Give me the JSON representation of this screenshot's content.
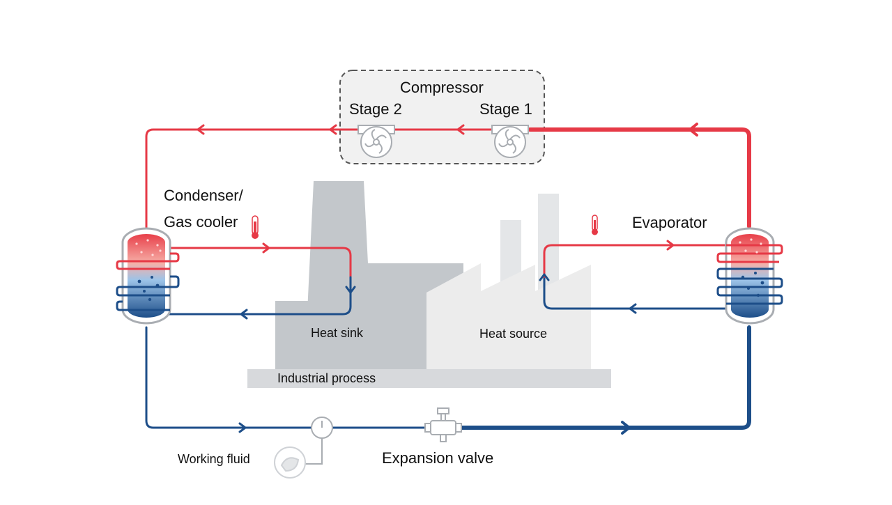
{
  "labels": {
    "compressor": "Compressor",
    "stage2": "Stage 2",
    "stage1": "Stage 1",
    "condenser_line1": "Condenser/",
    "condenser_line2": "Gas cooler",
    "evaporator": "Evaporator",
    "heat_sink": "Heat sink",
    "heat_source": "Heat source",
    "industrial_process": "Industrial process",
    "working_fluid": "Working fluid",
    "expansion_valve": "Expansion valve"
  },
  "colors": {
    "hot": "#e63946",
    "cold": "#1d4e89",
    "factory_dark": "#c3c7cb",
    "factory_light": "#ececec",
    "base": "#d7d9dc",
    "device_outline": "#a9adb2"
  },
  "icons": [
    "compressor-fan-icon",
    "thermometer-icon",
    "expansion-valve-icon",
    "pressure-gauge-icon",
    "working-fluid-icon"
  ]
}
